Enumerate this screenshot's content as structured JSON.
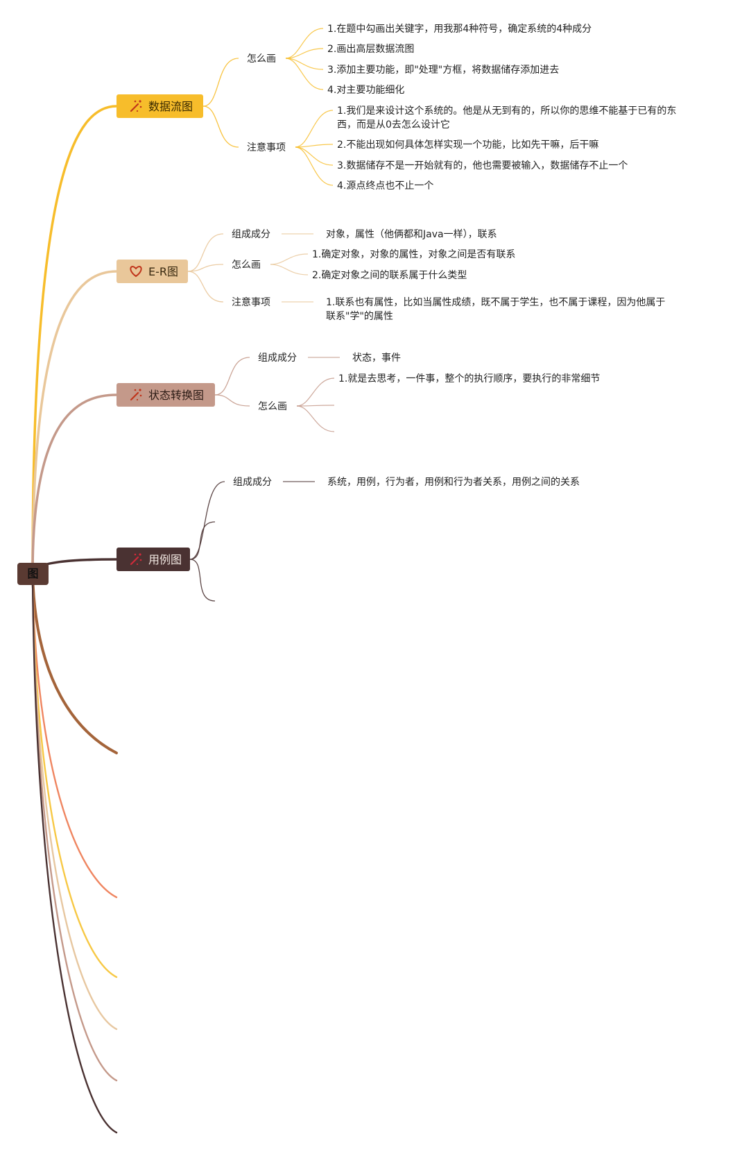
{
  "root": {
    "label": "图",
    "color": "#5a3a32"
  },
  "branches": [
    {
      "id": "dfd",
      "label": "数据流图",
      "icon": "magic-wand-icon",
      "color": "#f7bd2b",
      "text_color": "#3a2a00",
      "icon_color": "#c0341b",
      "children": [
        {
          "label": "怎么画",
          "items": [
            [
              "1.在题中勾画出关键字，用我那4种符号，确定系统的4种成分"
            ],
            [
              "2.画出高层数据流图"
            ],
            [
              "3.添加主要功能，即\"处理\"方框，将数据储存添加进去"
            ],
            [
              "4.对主要功能细化"
            ]
          ]
        },
        {
          "label": "注意事项",
          "items": [
            [
              "1.我们是来设计这个系统的。他是从无到有的，所以你的思维不能基于已有的东",
              "西，而是从0去怎么设计它"
            ],
            [
              "2.不能出现如何具体怎样实现一个功能，比如先干嘛，后干嘛"
            ],
            [
              "3.数据储存不是一开始就有的，他也需要被输入，数据储存不止一个"
            ],
            [
              "4.源点终点也不止一个"
            ]
          ]
        }
      ]
    },
    {
      "id": "er",
      "label": "E-R图",
      "icon": "heart-icon",
      "color": "#e9c79a",
      "text_color": "#3a2a10",
      "icon_color": "#c0341b",
      "children": [
        {
          "label": "组成成分",
          "items": [
            [
              "对象，属性（他俩都和Java一样），联系"
            ]
          ]
        },
        {
          "label": "怎么画",
          "items": [
            [
              "1.确定对象，对象的属性，对象之间是否有联系"
            ],
            [
              "2.确定对象之间的联系属于什么类型"
            ]
          ]
        },
        {
          "label": "注意事项",
          "items": [
            [
              "1.联系也有属性，比如当属性成绩，既不属于学生，也不属于课程，因为他属于",
              "联系\"学\"的属性"
            ]
          ]
        }
      ]
    },
    {
      "id": "state",
      "label": "状态转换图",
      "icon": "magic-wand-icon",
      "color": "#c4998a",
      "text_color": "#2a1a14",
      "icon_color": "#c0341b",
      "children": [
        {
          "label": "组成成分",
          "items": [
            [
              "状态，事件"
            ]
          ]
        },
        {
          "label": "怎么画",
          "items": [
            [
              "1.就是去思考，一件事，整个的执行顺序，要执行的非常细节"
            ],
            [
              ""
            ],
            [
              ""
            ]
          ]
        }
      ]
    },
    {
      "id": "usecase",
      "label": "用例图",
      "icon": "magic-wand-icon",
      "color": "#4a3232",
      "text_color": "#f0e6e0",
      "icon_color": "#d02a3a",
      "children": [
        {
          "label": "组成成分",
          "items": [
            [
              "系统，用例，行为者，用例和行为者关系，用例之间的关系"
            ]
          ]
        },
        {
          "label": "",
          "items": []
        },
        {
          "label": "",
          "items": []
        }
      ]
    }
  ],
  "empty_branches": [
    {
      "id": "empty-1",
      "color": "#a4643a"
    },
    {
      "id": "empty-2",
      "color": "#ef8560"
    },
    {
      "id": "empty-3",
      "color": "#f7c844"
    },
    {
      "id": "empty-4",
      "color": "#e7c7a0"
    },
    {
      "id": "empty-5",
      "color": "#c4998a"
    },
    {
      "id": "empty-6",
      "color": "#4a3232"
    }
  ]
}
